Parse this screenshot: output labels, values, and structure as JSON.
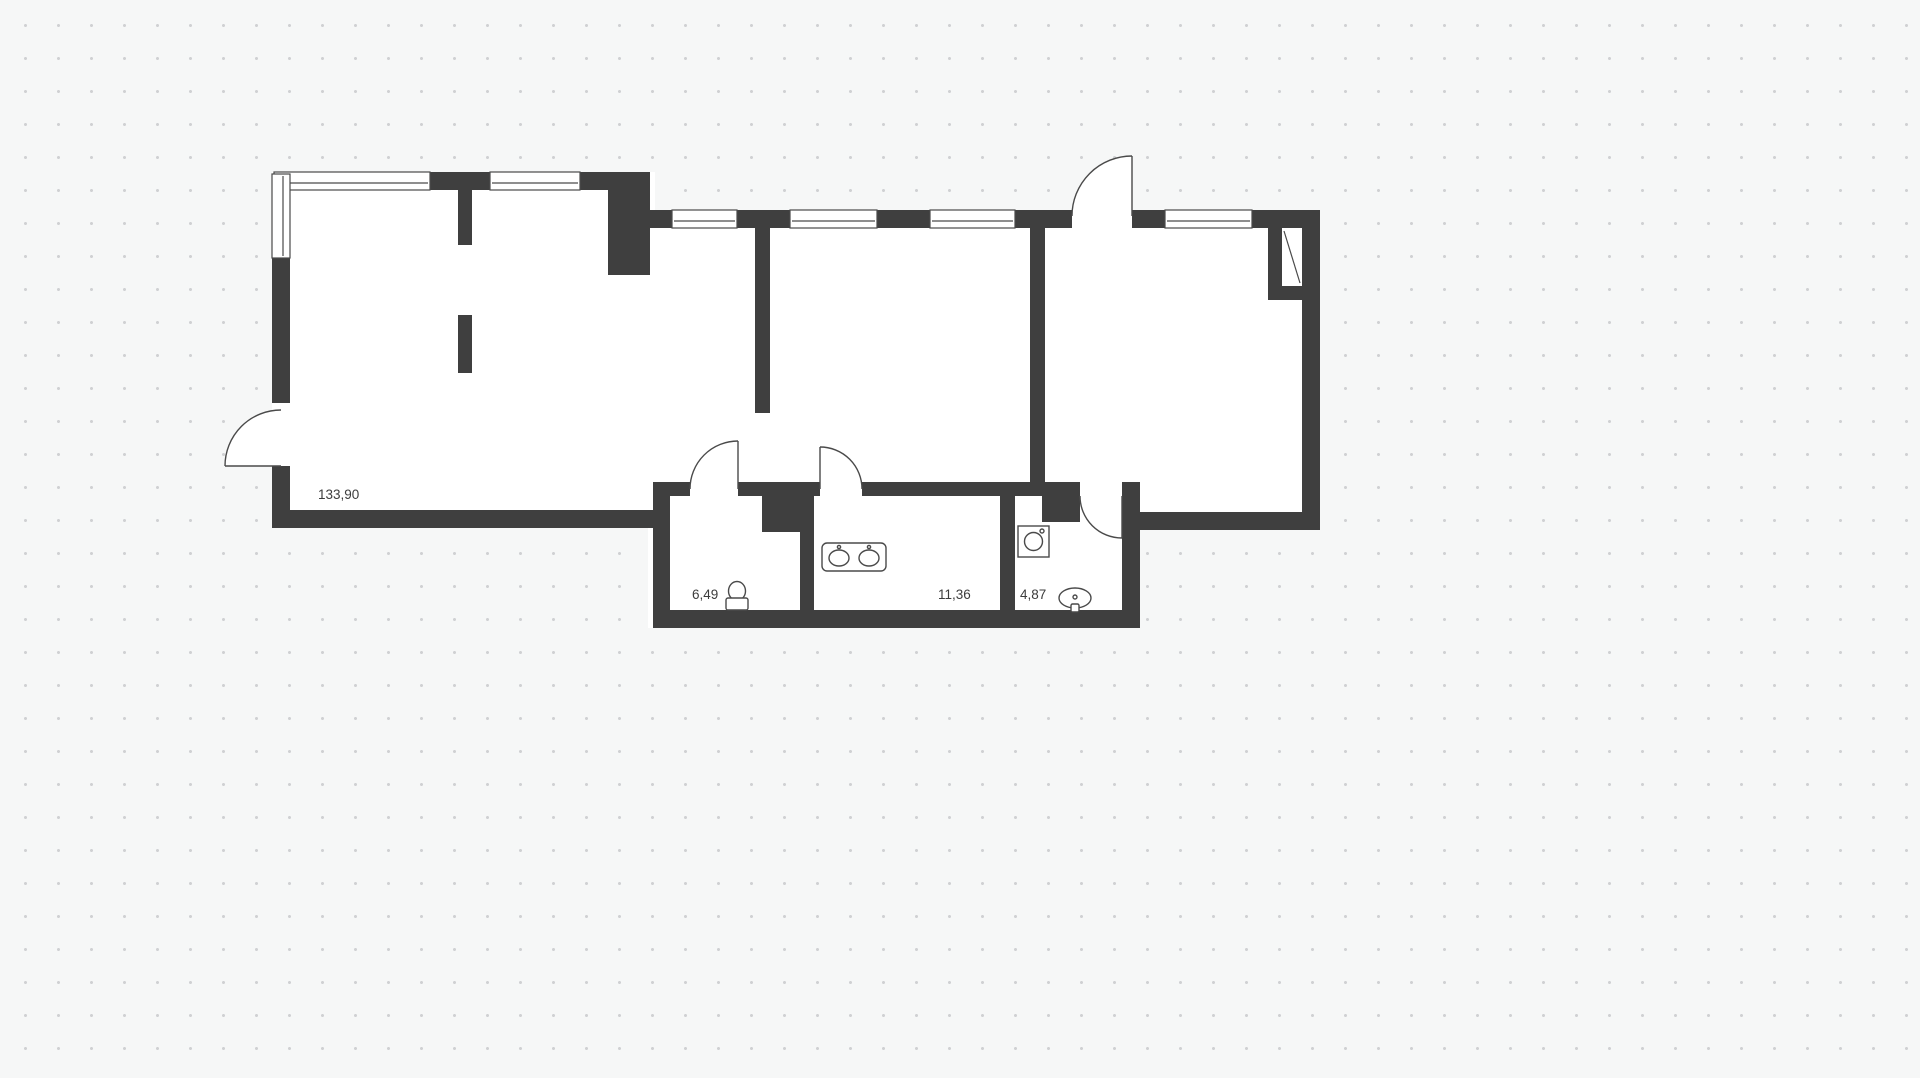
{
  "canvas": {
    "background_color": "#f6f7f7",
    "dot_color": "#d0d1d3"
  },
  "floorplan": {
    "wall_color": "#3f3f3f",
    "line_color": "#4a4a4a",
    "label_color": "#3c3c3c",
    "rooms": [
      {
        "name": "main-open-space",
        "area": "133,90"
      },
      {
        "name": "bathroom-small",
        "area": "6,49"
      },
      {
        "name": "bathroom-large",
        "area": "11,36"
      },
      {
        "name": "utility-room",
        "area": "4,87"
      }
    ],
    "fixtures": [
      "toilet-icon",
      "double-washbasin-icon",
      "washing-machine-icon",
      "washbasin-icon"
    ]
  }
}
